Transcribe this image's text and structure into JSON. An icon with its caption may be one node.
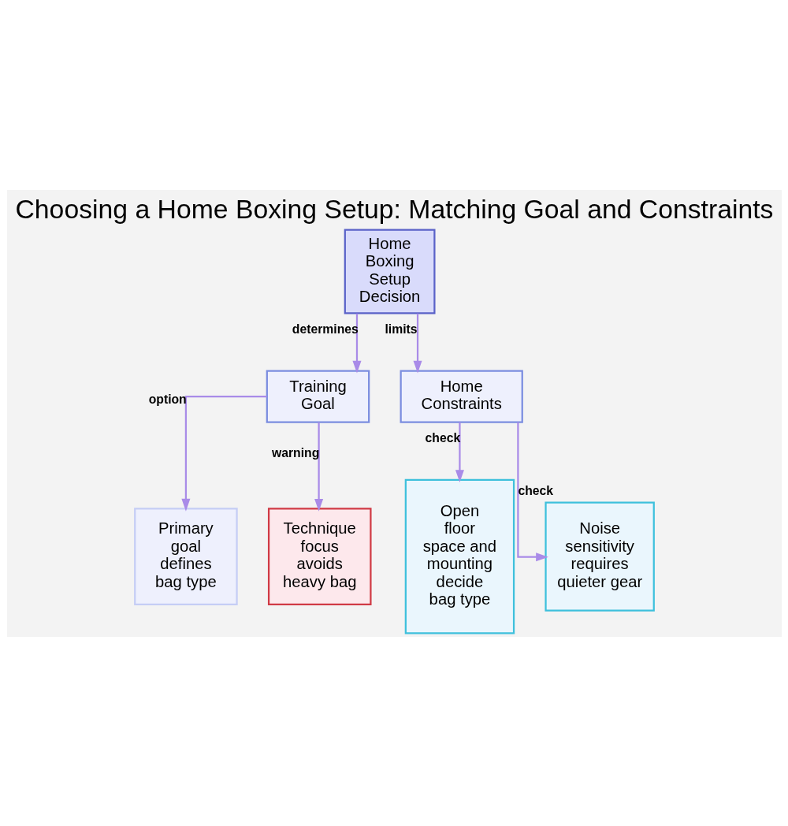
{
  "diagram": {
    "title": "Choosing a Home Boxing Setup: Matching Goal and Constraints",
    "nodes": [
      {
        "text": [
          "Home Boxing Setup Decision"
        ]
      },
      {
        "text": [
          "Training Goal"
        ]
      },
      {
        "text": [
          "Home Constraints"
        ]
      },
      {
        "text": [
          "Primary goal defines bag type"
        ]
      },
      {
        "text": [
          "Technique focus avoids heavy bag"
        ]
      },
      {
        "text": [
          "Open floor space and mounting decide bag type"
        ]
      },
      {
        "text": [
          "Noise sensitivity requires quieter gear"
        ]
      }
    ],
    "edges": [
      {
        "from": 0,
        "to": 1,
        "arrow": "to",
        "label": "determines"
      },
      {
        "from": 0,
        "to": 2,
        "arrow": "to",
        "label": "limits"
      },
      {
        "from": 1,
        "to": 3,
        "arrow": "to",
        "label": "option"
      },
      {
        "from": 1,
        "to": 4,
        "arrow": "to",
        "label": "warning"
      },
      {
        "from": 2,
        "to": 5,
        "arrow": "to",
        "label": "check"
      },
      {
        "from": 2,
        "to": 6,
        "arrow": "to",
        "label": "check"
      }
    ]
  }
}
